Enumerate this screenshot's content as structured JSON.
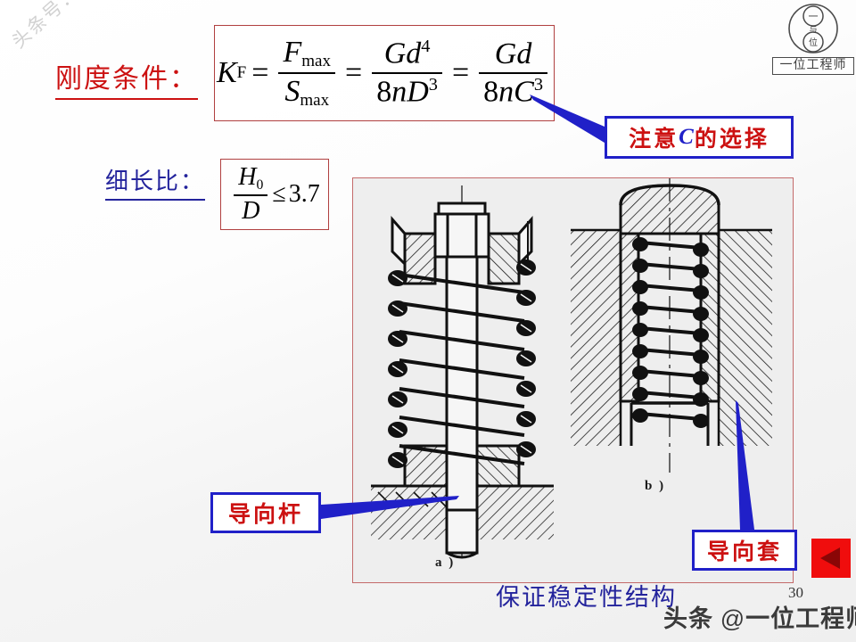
{
  "slide": {
    "page_number": "30",
    "background_color": "#f2f2f2"
  },
  "logo": {
    "inner_top_char": "一",
    "inner_bottom_char": "位",
    "middle_char": "与",
    "caption": "一位工程师"
  },
  "watermarks": {
    "diagonal": "头条号：一位工程师",
    "bottom_prefix": "头条 ",
    "bottom_at": "@",
    "bottom_name": "一位工程师"
  },
  "sections": {
    "stiffness_label": "刚度条件：",
    "stiffness_color": "#cc1111",
    "slenderness_label": "细长比：",
    "slenderness_color": "#23239c"
  },
  "formulas": {
    "main": {
      "lhs_symbol": "K",
      "lhs_sub": "F",
      "eq": "=",
      "t1_num": "F",
      "t1_num_sub": "max",
      "t1_den": "S",
      "t1_den_sub": "max",
      "t2_num": "Gd",
      "t2_num_sup": "4",
      "t2_den_a": "8",
      "t2_den_n": "n",
      "t2_den_D": "D",
      "t2_den_sup": "3",
      "t3_num": "Gd",
      "t3_den_a": "8",
      "t3_den_n": "n",
      "t3_den_C": "C",
      "t3_den_sup": "3"
    },
    "slenderness": {
      "num": "H",
      "num_sub": "0",
      "den": "D",
      "relation": "≤",
      "limit": "3.7"
    }
  },
  "callouts": [
    {
      "id": "c-selection",
      "text_before": "注意",
      "highlight": "C",
      "text_after": "的选择"
    },
    {
      "id": "guide-rod",
      "text": "导向杆"
    },
    {
      "id": "guide-sleeve",
      "text": "导向套"
    }
  ],
  "figure": {
    "label_a": "a )",
    "label_b": "b )",
    "caption": "保证稳定性结构"
  },
  "nav": {
    "prev_label": "previous-slide"
  }
}
